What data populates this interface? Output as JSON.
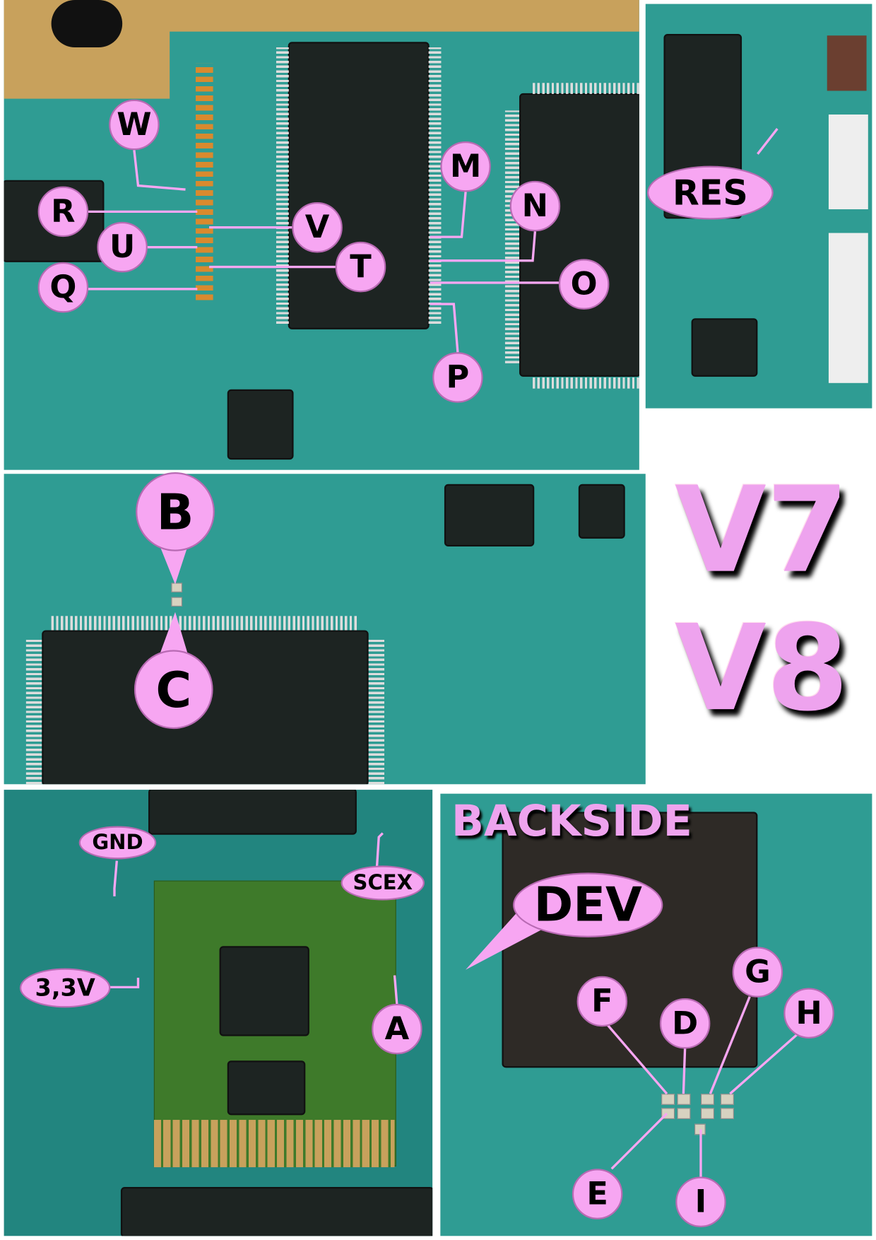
{
  "labels": {
    "w": "W",
    "r": "R",
    "u": "U",
    "q": "Q",
    "v": "V",
    "t": "T",
    "m": "M",
    "n": "N",
    "o": "O",
    "p": "P",
    "res": "RES",
    "b": "B",
    "c": "C",
    "gnd": "GND",
    "scex": "SCEX",
    "v33": "3,3V",
    "a": "A",
    "dev": "DEV",
    "f": "F",
    "d": "D",
    "g": "G",
    "h": "H",
    "e": "E",
    "i": "I"
  },
  "titles": {
    "v7": "V7",
    "v8": "V8",
    "backside": "BACKSIDE"
  },
  "colors": {
    "label": "#f7a6f2",
    "pcb": "#2f9c93"
  }
}
